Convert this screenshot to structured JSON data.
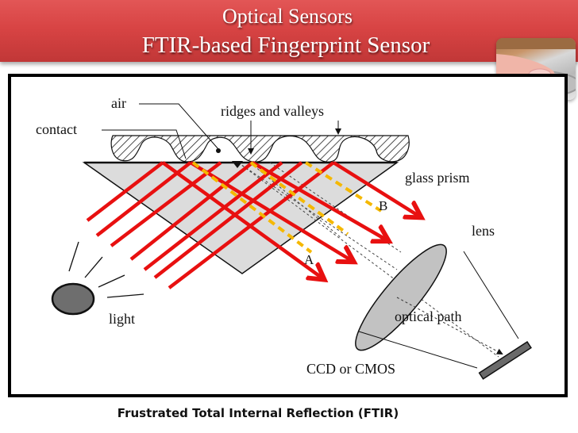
{
  "slide": {
    "title_line1": "Optical Sensors",
    "title_line2": "FTIR-based Fingerprint Sensor",
    "caption": "Frustrated Total Internal Reflection (FTIR)",
    "thumbnail": "finger-on-sensor-image"
  },
  "diagram": {
    "labels": {
      "air": "air",
      "contact": "contact",
      "ridges_valleys": "ridges and valleys",
      "glass_prism": "glass prism",
      "lens": "lens",
      "light": "light",
      "optical_path": "optical path",
      "ccd_cmos": "CCD or CMOS",
      "point_a": "A",
      "point_b": "B"
    },
    "colors": {
      "title_bar": "#d84444",
      "ray_red": "#e81010",
      "ray_yellow": "#f5b800",
      "prism_fill": "#dcdcdc",
      "lens_fill": "#c2c2c2",
      "light_source": "#6e6e6e",
      "sensor": "#6a6a6a"
    }
  }
}
